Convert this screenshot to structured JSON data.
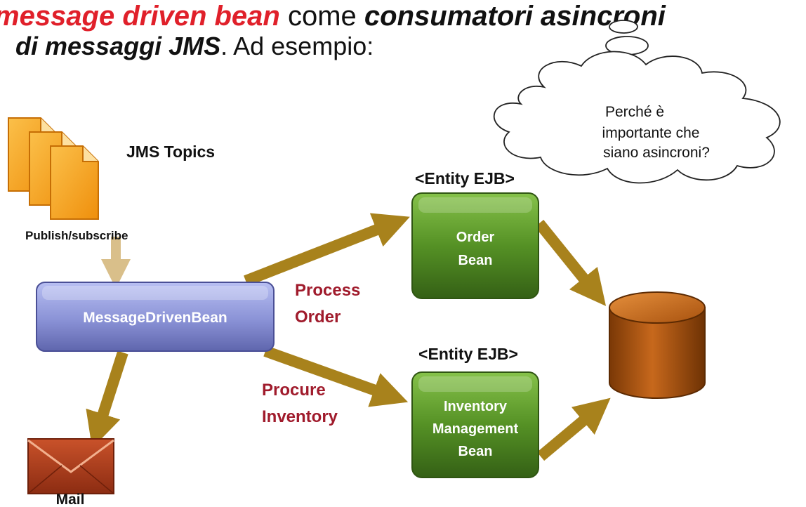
{
  "header": {
    "line1_red": "message driven bean",
    "line1_mid": " come ",
    "line1_bold": "consumatori asincroni",
    "line2_bold": "di messaggi JMS",
    "line2_tail": ". Ad esempio:"
  },
  "thought_bubble": {
    "lines": [
      "Perché è",
      "importante che",
      "siano asincroni?"
    ]
  },
  "topics": {
    "title": "JMS Topics",
    "caption": "Publish/subscribe"
  },
  "mdb": {
    "label": "MessageDrivenBean"
  },
  "order": {
    "stereotype": "<Entity EJB>",
    "lines": [
      "Order",
      "Bean"
    ]
  },
  "inventory": {
    "stereotype": "<Entity EJB>",
    "lines": [
      "Inventory",
      "Management",
      "Bean"
    ]
  },
  "edges": {
    "process_order": [
      "Process",
      "Order"
    ],
    "procure_inventory": [
      "Procure",
      "Inventory"
    ]
  },
  "mail": {
    "label": "Mail"
  },
  "colors": {
    "title_red": "#e0202a",
    "edge_label": "#a01b2c",
    "arrow": "#a8821c",
    "bean_green": "#4f8a1c",
    "mdb_blue": "#8a92d6",
    "doc_orange": "#f4a21c",
    "db_brown": "#b25a14",
    "mail_red": "#a8381c"
  }
}
